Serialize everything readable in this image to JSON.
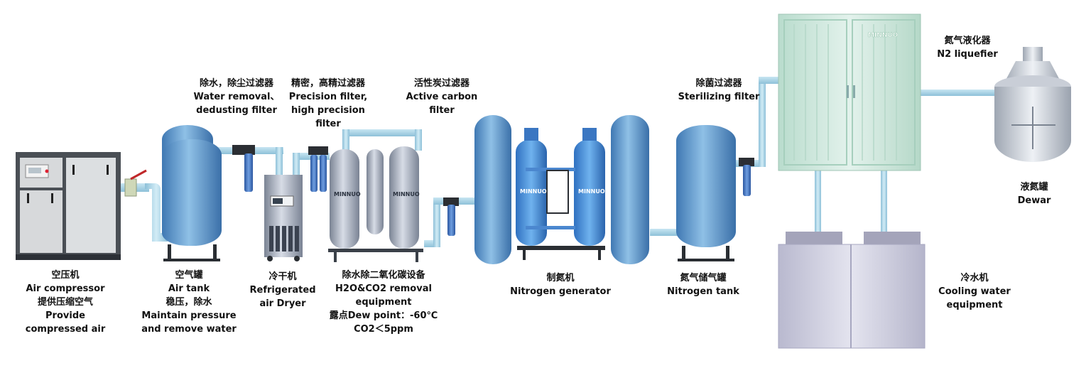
{
  "brand": "MINNUO",
  "labels": {
    "air_compressor": [
      "空压机",
      "Air compressor",
      "提供压缩空气",
      "Provide",
      "compressed air"
    ],
    "air_tank": [
      "空气罐",
      "Air tank",
      "稳压，除水",
      "Maintain pressure",
      "and remove water"
    ],
    "dryer": [
      "冷干机",
      "Refrigerated",
      "air Dryer"
    ],
    "removal": [
      "除水除二氧化碳设备",
      "H2O&CO2 removal",
      "equipment",
      "露点Dew point：-60℃",
      "CO2＜5ppm"
    ],
    "nitrogen_generator": [
      "制氮机",
      "Nitrogen generator"
    ],
    "nitrogen_tank": [
      "氮气储气罐",
      "Nitrogen tank"
    ],
    "cooling": [
      "冷水机",
      "Cooling water",
      "equipment"
    ],
    "water_filter": [
      "除水，除尘过滤器",
      "Water removal、",
      "dedusting filter"
    ],
    "precision_filter": [
      "精密，高精过滤器",
      "Precision filter,",
      "high precision",
      "filter"
    ],
    "carbon_filter": [
      "活性炭过滤器",
      "Active carbon",
      "filter"
    ],
    "sterilizing_filter": [
      "除菌过滤器",
      "Sterilizing filter"
    ],
    "liquefier": [
      "氮气液化器",
      "N2 liquefier"
    ],
    "dewar": [
      "液氮罐",
      "Dewar"
    ]
  },
  "colors": {
    "tank_blue": "#5b93c7",
    "pipe": "#a9d4e6",
    "filter_blue": "#3f6fb8",
    "gray_tank": "#9aa3b3",
    "liquefier_glass": "#cfe7dd",
    "chiller": "#c9c9dc"
  }
}
